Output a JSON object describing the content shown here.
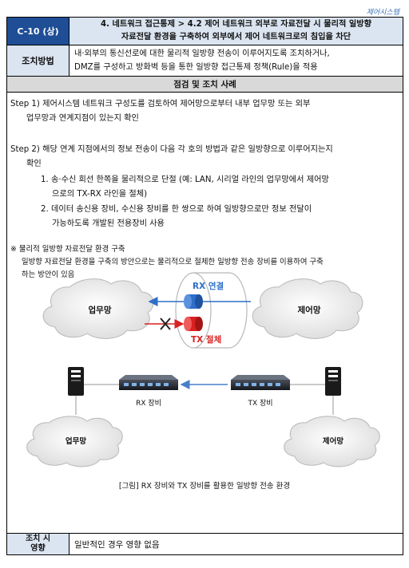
{
  "header_tag": "제어시스템",
  "item": {
    "code": "C-10 (상)",
    "title_line1": "4. 네트워크 접근통제 > 4.2 제어 네트워크 외부로 자료전달 시 물리적 일방향",
    "title_line2": "자료전달 환경을 구축하여 외부에서 제어 네트워크로의 침입을 차단"
  },
  "method": {
    "label": "조치방법",
    "line1": "내·외부의 통신선로에 대한 물리적 일방향 전송이 이루어지도록 조치하거나,",
    "line2": "DMZ를 구성하고 방화벽 등을 통한 일방향 접근통제 정책(Rule)을 적용"
  },
  "section_title": "점검 및 조치 사례",
  "steps": {
    "step1_line1": "Step 1) 제어시스템 네트워크 구성도를 검토하여 제어망으로부터 내부 업무망 또는 외부",
    "step1_line2": "업무망과 연계지점이 있는지 확인",
    "step2_line1": "Step 2) 해당 연계 지점에서의 정보 전송이 다음 각 호의 방법과 같은 일방향으로 이루어지는지",
    "step2_line2": "확인",
    "item1_line1": "1. 송·수신 회선 한쪽을 물리적으로 단절 (예: LAN, 시리얼 라인의 업무망에서 제어망",
    "item1_line2": "으로의 TX-RX 라인을 절체)",
    "item2_line1": "2. 데이터 송신용 장비, 수신용 장비를 한 쌍으로 하여 일방향으로만 정보 전달이",
    "item2_line2": "가능하도록 개발된 전용장비 사용"
  },
  "note": {
    "heading": "※ 물리적 일방향 자료전달 환경 구축",
    "line1": "일방향 자료전달 환경을 구축의 방안으로는 물리적으로 절체한 일방향 전송 장비를 이용하여 구축",
    "line2": "하는 방안이 있음"
  },
  "diagram1": {
    "left_cloud": "업무망",
    "right_cloud": "제어망",
    "rx_label": "RX 연결",
    "tx_label": "TX 절체",
    "rx_color": "#2e6fc9",
    "tx_color": "#d92121"
  },
  "diagram2": {
    "rx_device": "RX 장비",
    "tx_device": "TX 장비",
    "left_cloud": "업무망",
    "right_cloud": "제어망"
  },
  "figure_caption": "[그림] RX 장비와 TX 장비를 활용한 일방향 전송 환경",
  "effect": {
    "label_line1": "조치 시",
    "label_line2": "영향",
    "text": "일반적인 경우 영향 없음"
  }
}
